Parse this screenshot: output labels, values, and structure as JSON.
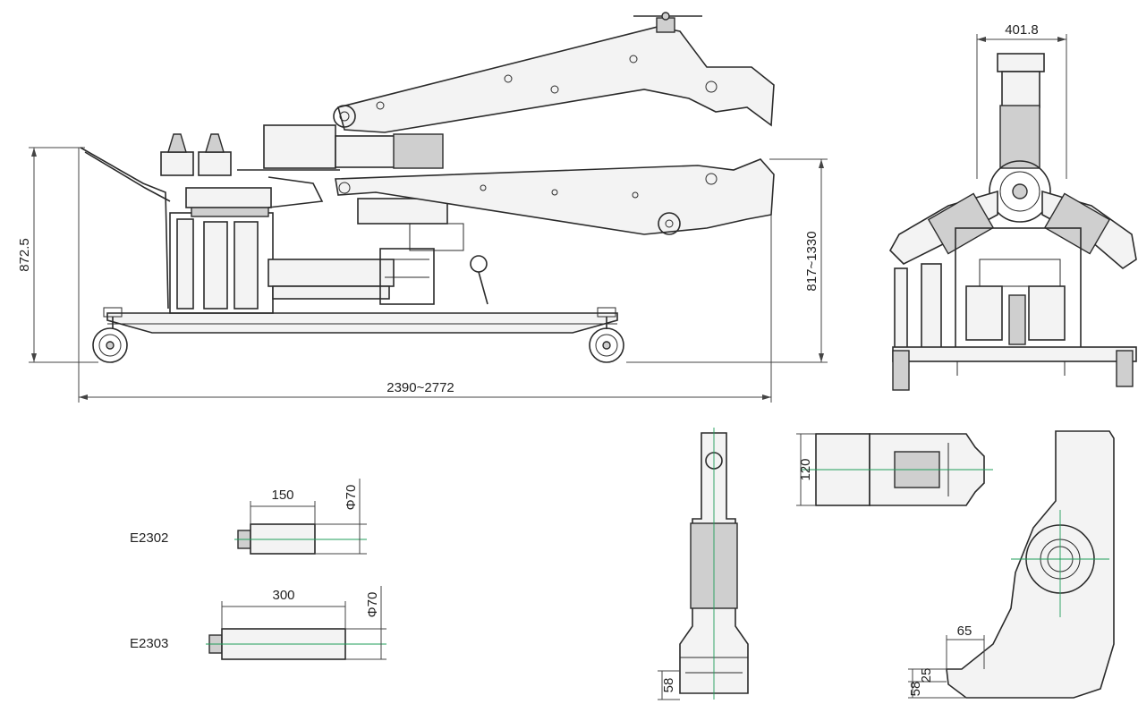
{
  "dimensions": {
    "overall_height": "872.5",
    "overall_length": "2390~2772",
    "arm_height_range": "817~1330",
    "front_width": "401.8",
    "e2302_length": "150",
    "e2302_dia": "Φ70",
    "e2303_length": "300",
    "e2303_dia": "Φ70",
    "jaw_width": "120",
    "tip_thickness_a": "58",
    "hook_depth": "65",
    "hook_lip": "25",
    "hook_thickness": "58"
  },
  "extensions": {
    "e2302_label": "E2302",
    "e2303_label": "E2303"
  }
}
